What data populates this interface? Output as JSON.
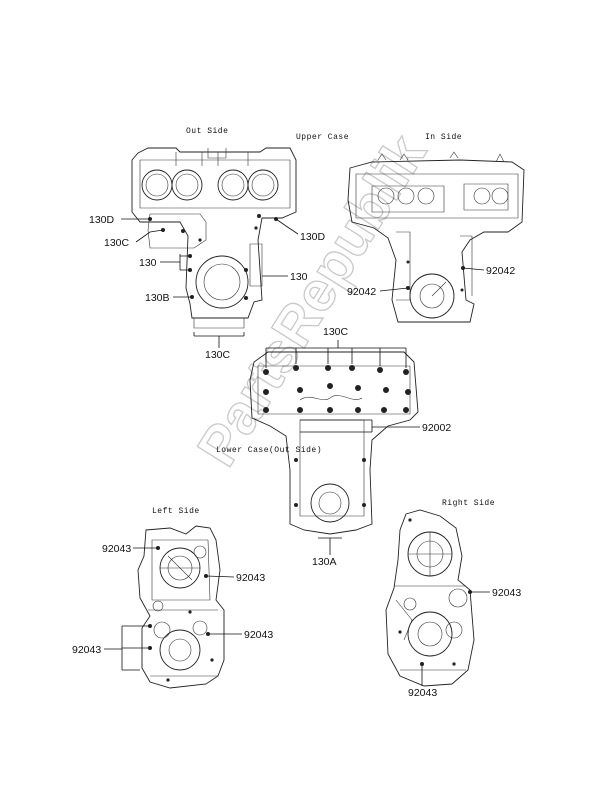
{
  "views": {
    "outside": "Out Side",
    "upper_case": "Upper Case",
    "inside": "In Side",
    "lower_case": "Lower Case(Out Side)",
    "left_side": "Left Side",
    "right_side": "Right Side"
  },
  "callouts": {
    "c130d_left": "130D",
    "c130c_left": "130C",
    "c130_left": "130",
    "c130_right": "130",
    "c130d_right": "130D",
    "c130b": "130B",
    "c130c_bottom": "130C",
    "c92042_left": "92042",
    "c92042_right": "92042",
    "c130c_lower": "130C",
    "c92002": "92002",
    "c130a": "130A",
    "ls_92043_top": "92043",
    "ls_92043_right": "92043",
    "ls_92043_mid": "92043",
    "ls_92043_left": "92043",
    "rs_92043_right": "92043",
    "rs_92043_bottom": "92043"
  },
  "watermark": "PartsRepublik"
}
